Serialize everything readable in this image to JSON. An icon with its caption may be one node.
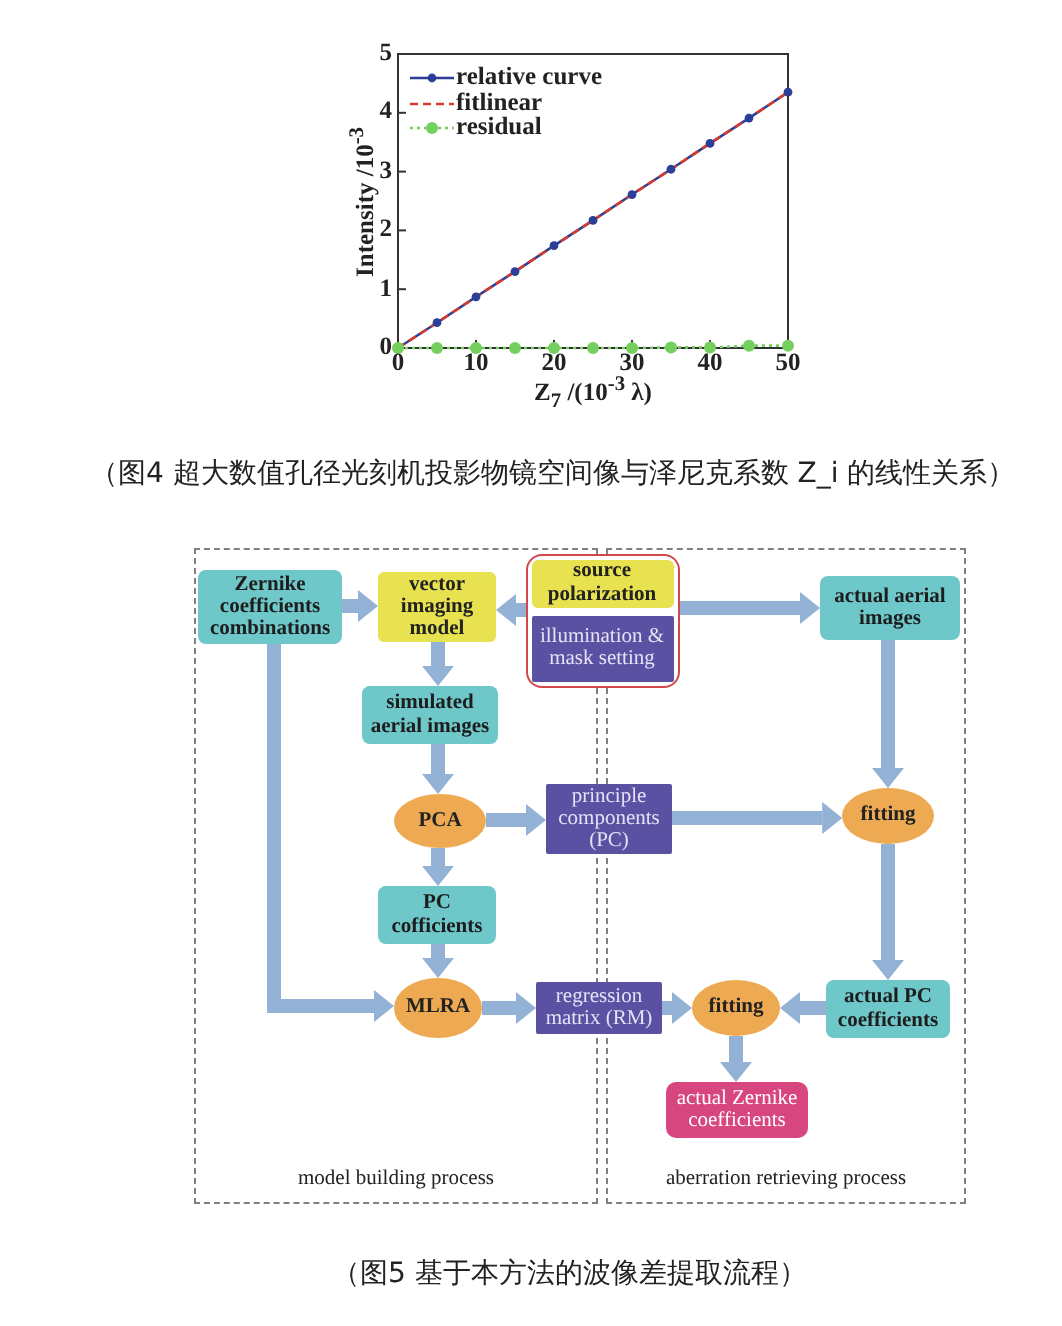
{
  "diagram": {
    "caption": "（图5 基于本方法的波像差提取流程）",
    "nodes": [
      {
        "text": [
          "model building process"
        ]
      },
      {
        "text": [
          "aberration retrieving process"
        ]
      },
      {
        "text": [
          "Zernike coefficients combinations"
        ],
        "in": 0
      },
      {
        "text": [
          "vector imaging model"
        ],
        "in": 0
      },
      {
        "text": [],
        "shape": "box"
      },
      {
        "text": [
          "source polarization"
        ],
        "in": 4
      },
      {
        "text": [
          "illumination & mask setting"
        ],
        "in": 4
      },
      {
        "text": [
          "actual aerial images"
        ],
        "in": 1
      },
      {
        "text": [
          "simulated aerial images"
        ],
        "in": 0
      },
      {
        "text": [
          "PCA"
        ],
        "in": 0
      },
      {
        "text": [
          "principle components (PC)"
        ]
      },
      {
        "text": [
          "fitting"
        ],
        "in": 1
      },
      {
        "text": [
          "PC cofficients"
        ],
        "in": 0
      },
      {
        "text": [
          "MLRA"
        ],
        "in": 0
      },
      {
        "text": [
          "regression matrix (RM)"
        ]
      },
      {
        "text": [
          "fitting"
        ],
        "in": 1
      },
      {
        "text": [
          "actual PC coefficients"
        ],
        "in": 1
      },
      {
        "text": [
          "actual Zernike coefficients"
        ],
        "in": 1
      }
    ],
    "edges": [
      {
        "from": 2,
        "to": 3,
        "arrow": "to"
      },
      {
        "from": 4,
        "to": 3,
        "arrow": "to"
      },
      {
        "from": 4,
        "to": 7,
        "arrow": "to"
      },
      {
        "from": 3,
        "to": 8,
        "arrow": "to"
      },
      {
        "from": 8,
        "to": 9,
        "arrow": "to"
      },
      {
        "from": 9,
        "to": 10,
        "arrow": "to"
      },
      {
        "from": 10,
        "to": 11,
        "arrow": "to"
      },
      {
        "from": 7,
        "to": 11,
        "arrow": "to"
      },
      {
        "from": 9,
        "to": 12,
        "arrow": "to"
      },
      {
        "from": 12,
        "to": 13,
        "arrow": "to"
      },
      {
        "from": 2,
        "to": 13,
        "arrow": "to"
      },
      {
        "from": 13,
        "to": 14,
        "arrow": "to"
      },
      {
        "from": 14,
        "to": 15,
        "arrow": "to"
      },
      {
        "from": 16,
        "to": 15,
        "arrow": "to"
      },
      {
        "from": 11,
        "to": 16,
        "arrow": "to"
      },
      {
        "from": 15,
        "to": 17,
        "arrow": "to"
      }
    ],
    "labels": [
      "（图4 超大数值孔径光刻机投影物镜空间像与泽尼克系数 Z_i 的线性关系）"
    ],
    "chart_data": {
      "type": "line",
      "xlabel": "Z$_{7}$ /(10$^{-3}$ λ)",
      "ylabel": "Intensity /10$^{-3}$",
      "x": [
        0,
        5,
        10,
        15,
        20,
        25,
        30,
        35,
        40,
        45,
        50
      ],
      "series": [
        {
          "name": "relative curve",
          "color": "#2b3f96",
          "marker": "dot",
          "values": [
            0,
            0.43,
            0.87,
            1.3,
            1.74,
            2.17,
            2.61,
            3.04,
            3.48,
            3.91,
            4.35
          ]
        },
        {
          "name": "fitlinear",
          "color": "#d93a2b",
          "line_style": "dashed",
          "values": [
            0,
            0.43,
            0.87,
            1.3,
            1.74,
            2.17,
            2.61,
            3.04,
            3.48,
            3.91,
            4.35
          ]
        },
        {
          "name": "residual",
          "color": "#74cf5e",
          "marker": "circle",
          "line_style": "dotted",
          "values": [
            0,
            0,
            0,
            0,
            0,
            0,
            0,
            0.01,
            0.01,
            0.04,
            0.04
          ]
        }
      ],
      "xlim": [
        0,
        50
      ],
      "ylim": [
        0,
        5
      ],
      "xticks": [
        0,
        10,
        20,
        30,
        40,
        50
      ],
      "yticks": [
        0,
        1,
        2,
        3,
        4,
        5
      ],
      "legend": "upper left"
    }
  }
}
